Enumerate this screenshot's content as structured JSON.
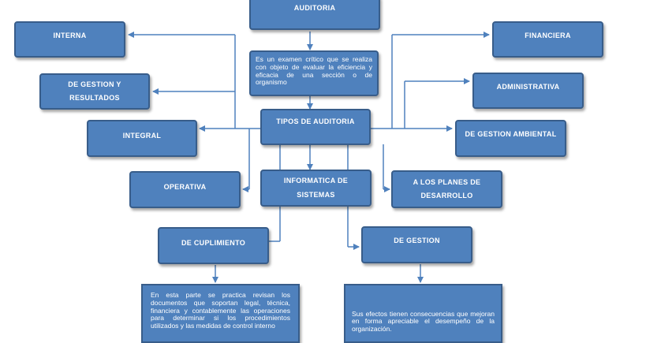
{
  "nodes": {
    "auditoria": "AUDITORIA",
    "definicion": "Es un examen crítico que se realiza con objeto de evaluar la eficiencia y eficacia de una sección o de organismo",
    "tipos": "TIPOS DE AUDITORIA",
    "interna": "INTERNA",
    "gestion_resultados": "DE GESTION Y RESULTADOS",
    "integral": "INTEGRAL",
    "operativa": "OPERATIVA",
    "informatica": "INFORMATICA DE SISTEMAS",
    "cumplimiento": "DE CUPLIMIENTO",
    "financiera": "FINANCIERA",
    "administrativa": "ADMINISTRATIVA",
    "ambiental": "DE GESTION AMBIENTAL",
    "planes": "A LOS PLANES DE DESARROLLO",
    "gestion": "DE GESTION",
    "cumplimiento_desc": "En esta parte se practica revisan los documentos que soportan legal, técnica, financiera y contablemente las operaciones para determinar si los procedimientos utilizados y las medidas de control interno",
    "gestion_desc": "Sus efectos tienen consecuencias que mejoran en forma apreciable el desempeño de la organización."
  },
  "colors": {
    "box_fill": "#4f81bd",
    "box_border": "#385d8a",
    "connector": "#4f81bd",
    "text": "#ffffff"
  }
}
